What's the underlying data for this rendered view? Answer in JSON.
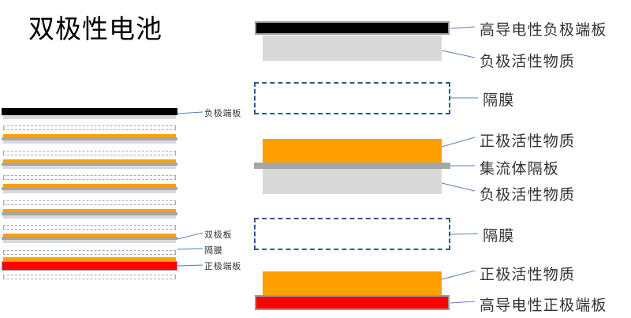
{
  "title": "双极性电池",
  "small_labels": {
    "negative_end_plate": "负极端板",
    "bipolar_plate": "双极板",
    "separator": "隔膜",
    "positive_end_plate": "正极端板"
  },
  "big_labels": {
    "high_conductive_negative_plate": "高导电性负极端板",
    "negative_active_1": "负极活性物质",
    "separator_1": "隔膜",
    "positive_active_1": "正极活性物质",
    "collector_plate": "集流体隔板",
    "negative_active_2": "负极活性物质",
    "separator_2": "隔膜",
    "positive_active_2": "正极活性物质",
    "high_conductive_positive_plate": "高导电性正极端板"
  },
  "colors": {
    "black_plate": "#000000",
    "negative_active": "#d9d9d9",
    "separator_border": "#2f5597",
    "positive_active": "#ffa000",
    "collector": "#a6a6a6",
    "positive_plate": "#ff0000"
  }
}
